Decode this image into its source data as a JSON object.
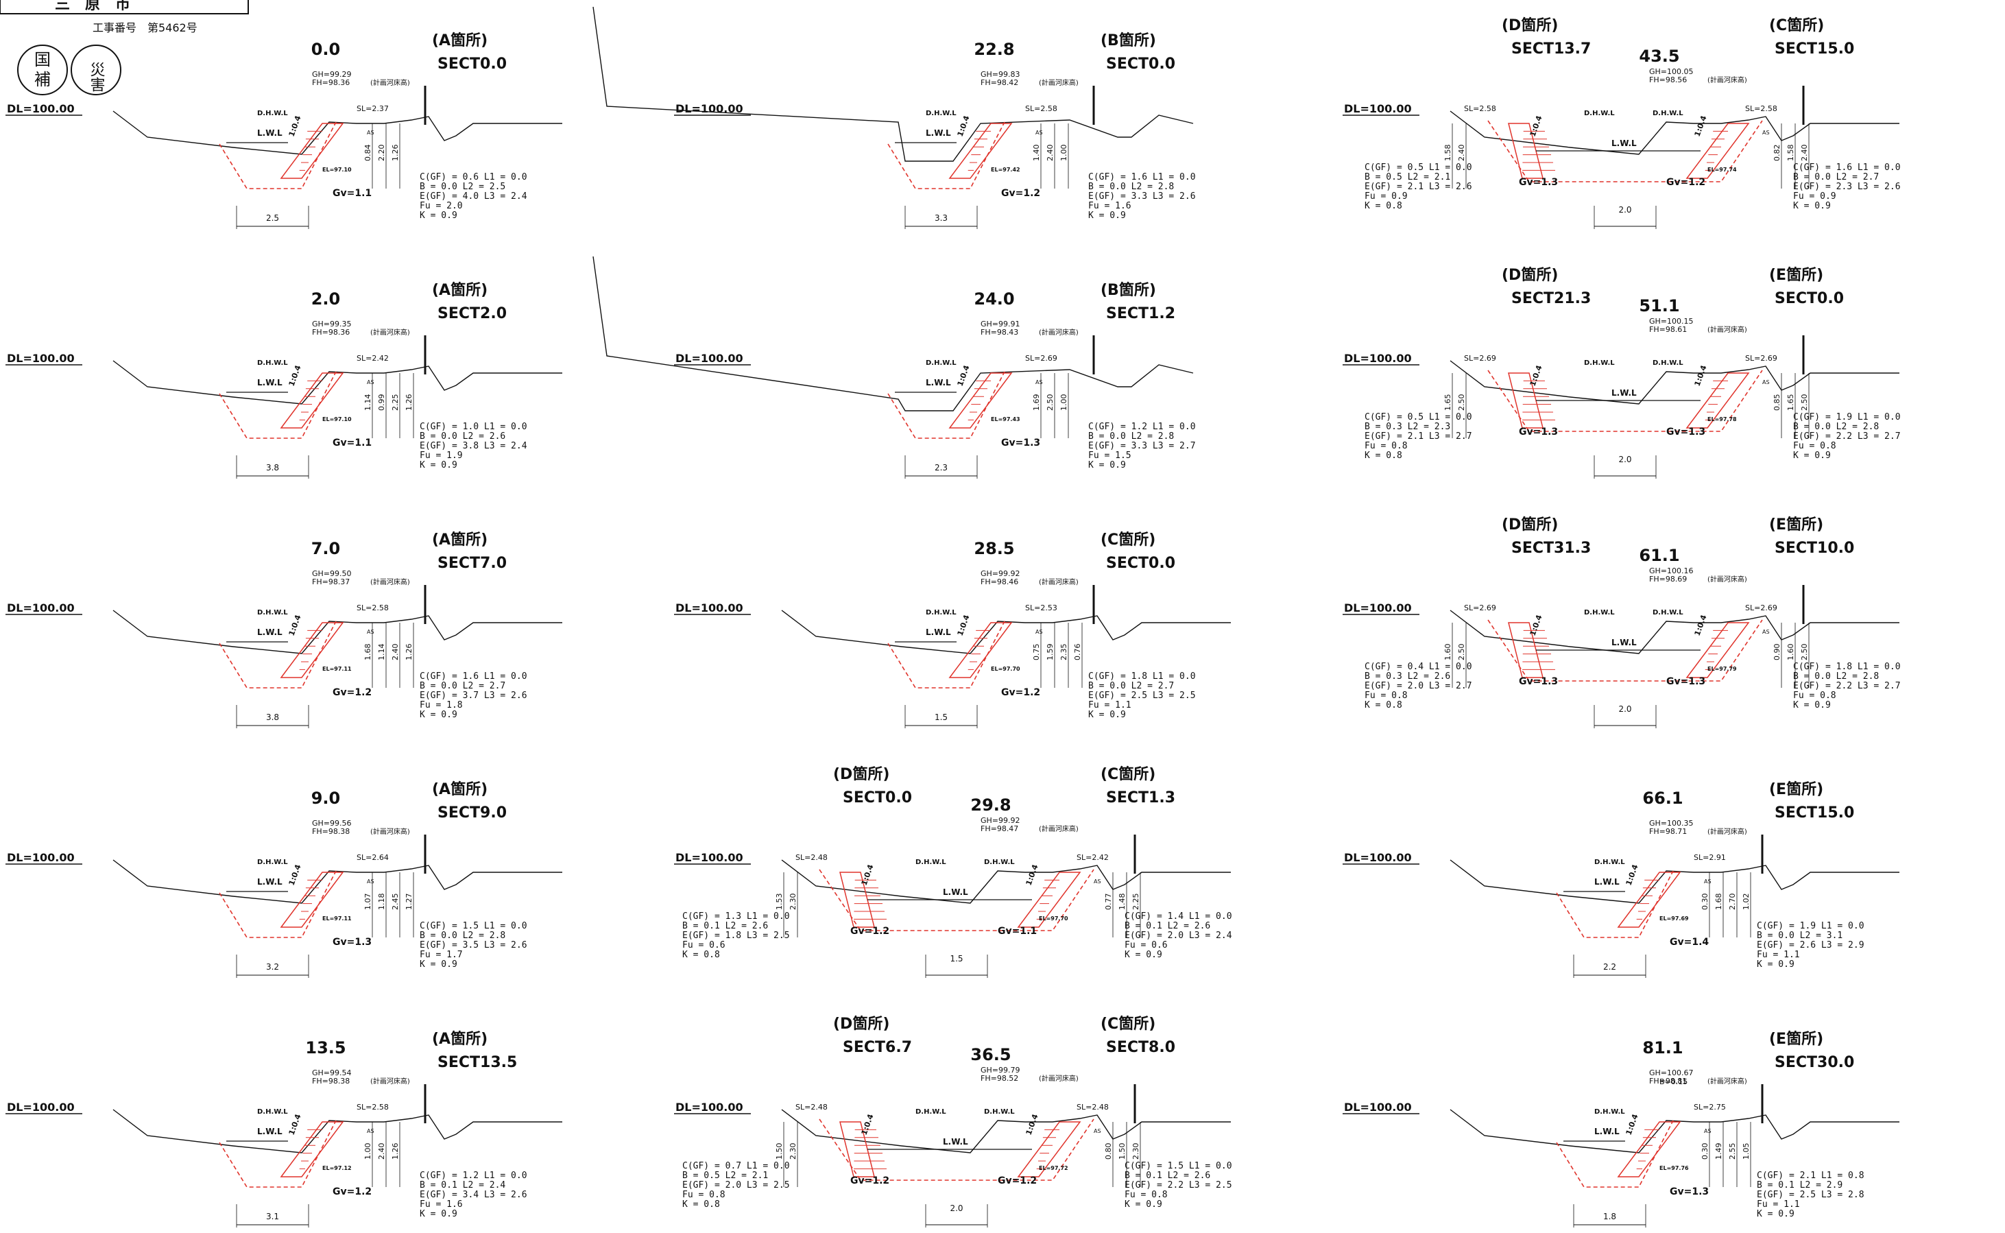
{
  "header": {
    "city": "三　原　市",
    "project_no": "工事番号　第5462号",
    "stamp_kuni": [
      "国",
      "補"
    ],
    "stamp_sai": "災害"
  },
  "common": {
    "dl": "DL=100.00",
    "slope": "1:0.4",
    "dhwl": "D.H.W.L",
    "lwl": "L.W.L",
    "plan_bed": "(計画河床高)",
    "as": "AS"
  },
  "sections": [
    {
      "id": "s-0-0",
      "col": 0,
      "row": 0,
      "station": "0.0",
      "places": [
        {
          "name": "(A箇所)",
          "sect": "SECT0.0"
        }
      ],
      "gh": "GH=99.29",
      "fh": "FH=98.36",
      "sl": "SL=2.37",
      "el": "EL=97.10",
      "gv": "Gv=1.1",
      "base": "2.5",
      "dims": [
        "0.84",
        "2.20",
        "1.26"
      ],
      "params": [
        "C(GF) = 0.6  L1 = 0.0",
        "B     = 0.0  L2 = 2.5",
        "E(GF) = 4.0  L3 = 2.4",
        "Fu    = 2.0",
        "K     = 0.9"
      ]
    },
    {
      "id": "s-2-0",
      "col": 0,
      "row": 1,
      "station": "2.0",
      "places": [
        {
          "name": "(A箇所)",
          "sect": "SECT2.0"
        }
      ],
      "gh": "GH=99.35",
      "fh": "FH=98.36",
      "sl": "SL=2.42",
      "el": "EL=97.10",
      "gv": "Gv=1.1",
      "base": "3.8",
      "dims": [
        "1.14",
        "0.99",
        "2.25",
        "1.26"
      ],
      "params": [
        "C(GF) = 1.0  L1 = 0.0",
        "B     = 0.0  L2 = 2.6",
        "E(GF) = 3.8  L3 = 2.4",
        "Fu    = 1.9",
        "K     = 0.9"
      ]
    },
    {
      "id": "s-7-0",
      "col": 0,
      "row": 2,
      "station": "7.0",
      "places": [
        {
          "name": "(A箇所)",
          "sect": "SECT7.0"
        }
      ],
      "gh": "GH=99.50",
      "fh": "FH=98.37",
      "sl": "SL=2.58",
      "el": "EL=97.11",
      "gv": "Gv=1.2",
      "base": "3.8",
      "dims": [
        "1.68",
        "1.14",
        "2.40",
        "1.26"
      ],
      "params": [
        "C(GF) = 1.6  L1 = 0.0",
        "B     = 0.0  L2 = 2.7",
        "E(GF) = 3.7  L3 = 2.6",
        "Fu    = 1.8",
        "K     = 0.9"
      ]
    },
    {
      "id": "s-9-0",
      "col": 0,
      "row": 3,
      "station": "9.0",
      "places": [
        {
          "name": "(A箇所)",
          "sect": "SECT9.0"
        }
      ],
      "gh": "GH=99.56",
      "fh": "FH=98.38",
      "sl": "SL=2.64",
      "el": "EL=97.11",
      "gv": "Gv=1.3",
      "base": "3.2",
      "dims": [
        "1.07",
        "1.18",
        "2.45",
        "1.27"
      ],
      "params": [
        "C(GF) = 1.5  L1 = 0.0",
        "B     = 0.0  L2 = 2.8",
        "E(GF) = 3.5  L3 = 2.6",
        "Fu    = 1.7",
        "K     = 0.9"
      ]
    },
    {
      "id": "s-13-5",
      "col": 0,
      "row": 4,
      "station": "13.5",
      "places": [
        {
          "name": "(A箇所)",
          "sect": "SECT13.5"
        }
      ],
      "gh": "GH=99.54",
      "fh": "FH=98.38",
      "sl": "SL=2.58",
      "el": "EL=97.12",
      "gv": "Gv=1.2",
      "base": "3.1",
      "dims": [
        "1.00",
        "2.40",
        "1.26"
      ],
      "params": [
        "C(GF) = 1.2  L1 = 0.0",
        "B     = 0.1  L2 = 2.4",
        "E(GF) = 3.4  L3 = 2.6",
        "Fu    = 1.6",
        "K     = 0.9"
      ]
    },
    {
      "id": "s-22-8",
      "col": 1,
      "row": 0,
      "station": "22.8",
      "places": [
        {
          "name": "(B箇所)",
          "sect": "SECT0.0"
        }
      ],
      "gh": "GH=99.83",
      "fh": "FH=98.42",
      "sl": "SL=2.58",
      "el": "EL=97.42",
      "gv": "Gv=1.2",
      "base": "3.3",
      "dims": [
        "1.40",
        "2.40",
        "1.00"
      ],
      "params": [
        "C(GF) = 1.6  L1 = 0.0",
        "B     = 0.0  L2 = 2.8",
        "E(GF) = 3.3  L3 = 2.6",
        "Fu    = 1.6",
        "K     = 0.9"
      ]
    },
    {
      "id": "s-24-0",
      "col": 1,
      "row": 1,
      "station": "24.0",
      "places": [
        {
          "name": "(B箇所)",
          "sect": "SECT1.2"
        }
      ],
      "gh": "GH=99.91",
      "fh": "FH=98.43",
      "sl": "SL=2.69",
      "el": "EL=97.43",
      "gv": "Gv=1.3",
      "base": "2.3",
      "dims": [
        "1.69",
        "2.50",
        "1.00"
      ],
      "params": [
        "C(GF) = 1.2  L1 = 0.0",
        "B     = 0.0  L2 = 2.8",
        "E(GF) = 3.3  L3 = 2.7",
        "Fu    = 1.5",
        "K     = 0.9"
      ]
    },
    {
      "id": "s-28-5",
      "col": 1,
      "row": 2,
      "station": "28.5",
      "places": [
        {
          "name": "(C箇所)",
          "sect": "SECT0.0"
        }
      ],
      "gh": "GH=99.92",
      "fh": "FH=98.46",
      "sl": "SL=2.53",
      "el": "EL=97.70",
      "gv": "Gv=1.2",
      "base": "1.5",
      "dims": [
        "0.75",
        "1.59",
        "2.35",
        "0.76"
      ],
      "params": [
        "C(GF) = 1.8  L1 = 0.0",
        "B     = 0.0  L2 = 2.7",
        "E(GF) = 2.5  L3 = 2.5",
        "Fu    = 1.1",
        "K     = 0.9"
      ]
    },
    {
      "id": "s-29-8",
      "col": 1,
      "row": 3,
      "station": "29.8",
      "places": [
        {
          "name": "(D箇所)",
          "sect": "SECT0.0"
        },
        {
          "name": "(C箇所)",
          "sect": "SECT1.3"
        }
      ],
      "gh": "GH=99.92",
      "fh": "FH=98.47",
      "sl": "SL=2.42",
      "el": "EL=97.70",
      "gv": "Gv=1.1",
      "gv2": "Gv=1.2",
      "sl2": "SL=2.48",
      "base": "1.5",
      "dims": [
        "1.53",
        "2.30",
        "0.77",
        "1.48",
        "2.25"
      ],
      "params": [
        "C(GF) = 1.4  L1 = 0.0",
        "B     = 0.1  L2 = 2.6",
        "E(GF) = 2.0  L3 = 2.4",
        "Fu    = 0.6",
        "K     = 0.9"
      ],
      "params2": [
        "C(GF) = 1.3  L1 = 0.0",
        "B     = 0.1  L2 = 2.6",
        "E(GF) = 1.8  L3 = 2.5",
        "Fu    = 0.6",
        "K     = 0.8"
      ]
    },
    {
      "id": "s-36-5",
      "col": 1,
      "row": 4,
      "station": "36.5",
      "places": [
        {
          "name": "(D箇所)",
          "sect": "SECT6.7"
        },
        {
          "name": "(C箇所)",
          "sect": "SECT8.0"
        }
      ],
      "gh": "GH=99.79",
      "fh": "FH=98.52",
      "sl": "SL=2.48",
      "el": "EL=97.72",
      "gv": "Gv=1.2",
      "gv2": "Gv=1.2",
      "sl2": "SL=2.48",
      "base": "2.0",
      "dims": [
        "1.50",
        "2.30",
        "0.80",
        "1.50",
        "2.30"
      ],
      "params": [
        "C(GF) = 1.5  L1 = 0.0",
        "B     = 0.1  L2 = 2.6",
        "E(GF) = 2.2  L3 = 2.5",
        "Fu    = 0.8",
        "K     = 0.9"
      ],
      "params2": [
        "C(GF) = 0.7  L1 = 0.0",
        "B     = 0.5  L2 = 2.1",
        "E(GF) = 2.0  L3 = 2.5",
        "Fu    = 0.8",
        "K     = 0.8"
      ]
    },
    {
      "id": "s-43-5",
      "col": 2,
      "row": 0,
      "station": "43.5",
      "places": [
        {
          "name": "(D箇所)",
          "sect": "SECT13.7"
        },
        {
          "name": "(C箇所)",
          "sect": "SECT15.0"
        }
      ],
      "gh": "GH=100.05",
      "fh": "FH=98.56",
      "sl": "SL=2.58",
      "el": "EL=97.74",
      "gv": "Gv=1.2",
      "gv2": "Gv=1.3",
      "sl2": "SL=2.58",
      "base": "2.0",
      "dims": [
        "1.58",
        "2.40",
        "0.82",
        "1.58",
        "2.40"
      ],
      "params": [
        "C(GF) = 1.6  L1 = 0.0",
        "B     = 0.0  L2 = 2.7",
        "E(GF) = 2.3  L3 = 2.6",
        "Fu    = 0.9",
        "K     = 0.9"
      ],
      "params2": [
        "C(GF) = 0.5  L1 = 0.0",
        "B     = 0.5  L2 = 2.1",
        "E(GF) = 2.1  L3 = 2.6",
        "Fu    = 0.9",
        "K     = 0.8"
      ]
    },
    {
      "id": "s-51-1",
      "col": 2,
      "row": 1,
      "station": "51.1",
      "places": [
        {
          "name": "(D箇所)",
          "sect": "SECT21.3"
        },
        {
          "name": "(E箇所)",
          "sect": "SECT0.0"
        }
      ],
      "gh": "GH=100.15",
      "fh": "FH=98.61",
      "sl": "SL=2.69",
      "el": "EL=97.78",
      "gv": "Gv=1.3",
      "gv2": "Gv=1.3",
      "sl2": "SL=2.69",
      "base": "2.0",
      "dims": [
        "1.65",
        "2.50",
        "0.85",
        "1.65",
        "2.50"
      ],
      "params": [
        "C(GF) = 1.9  L1 = 0.0",
        "B     = 0.0  L2 = 2.8",
        "E(GF) = 2.2  L3 = 2.7",
        "Fu    = 0.8",
        "K     = 0.9"
      ],
      "params2": [
        "C(GF) = 0.5  L1 = 0.0",
        "B     = 0.3  L2 = 2.3",
        "E(GF) = 2.1  L3 = 2.7",
        "Fu    = 0.8",
        "K     = 0.8"
      ]
    },
    {
      "id": "s-61-1",
      "col": 2,
      "row": 2,
      "station": "61.1",
      "places": [
        {
          "name": "(D箇所)",
          "sect": "SECT31.3"
        },
        {
          "name": "(E箇所)",
          "sect": "SECT10.0"
        }
      ],
      "gh": "GH=100.16",
      "fh": "FH=98.69",
      "sl": "SL=2.69",
      "el": "EL=97.79",
      "gv": "Gv=1.3",
      "gv2": "Gv=1.3",
      "sl2": "SL=2.69",
      "base": "2.0",
      "dims": [
        "1.60",
        "2.50",
        "0.90",
        "1.60",
        "2.50"
      ],
      "params": [
        "C(GF) = 1.8  L1 = 0.0",
        "B     = 0.0  L2 = 2.8",
        "E(GF) = 2.2  L3 = 2.7",
        "Fu    = 0.8",
        "K     = 0.9"
      ],
      "params2": [
        "C(GF) = 0.4  L1 = 0.0",
        "B     = 0.3  L2 = 2.6",
        "E(GF) = 2.0  L3 = 2.7",
        "Fu    = 0.8",
        "K     = 0.8"
      ]
    },
    {
      "id": "s-66-1",
      "col": 2,
      "row": 3,
      "station": "66.1",
      "places": [
        {
          "name": "(E箇所)",
          "sect": "SECT15.0"
        }
      ],
      "gh": "GH=100.35",
      "fh": "FH=98.71",
      "sl": "SL=2.91",
      "el": "EL=97.69",
      "gv": "Gv=1.4",
      "base": "2.2",
      "dims": [
        "0.30",
        "1.68",
        "2.70",
        "1.02"
      ],
      "params": [
        "C(GF) = 1.9  L1 = 0.0",
        "B     = 0.0  L2 = 3.1",
        "E(GF) = 2.6  L3 = 2.9",
        "Fu    = 1.1",
        "K     = 0.9"
      ]
    },
    {
      "id": "s-81-1",
      "col": 2,
      "row": 4,
      "station": "81.1",
      "places": [
        {
          "name": "(E箇所)",
          "sect": "SECT30.0"
        }
      ],
      "gh": "GH=100.67",
      "fh": "FH=98.81",
      "sl": "SL=2.75",
      "el": "EL=97.76",
      "gv": "Gv=1.3",
      "base": "1.8",
      "dims": [
        "0.30",
        "1.49",
        "2.55",
        "1.05"
      ],
      "bnote": "B=0.15",
      "params": [
        "C(GF) = 2.1  L1 = 0.8",
        "B     = 0.1  L2 = 2.9",
        "E(GF) = 2.5  L3 = 2.8",
        "Fu    = 1.1",
        "K     = 0.9"
      ]
    }
  ]
}
